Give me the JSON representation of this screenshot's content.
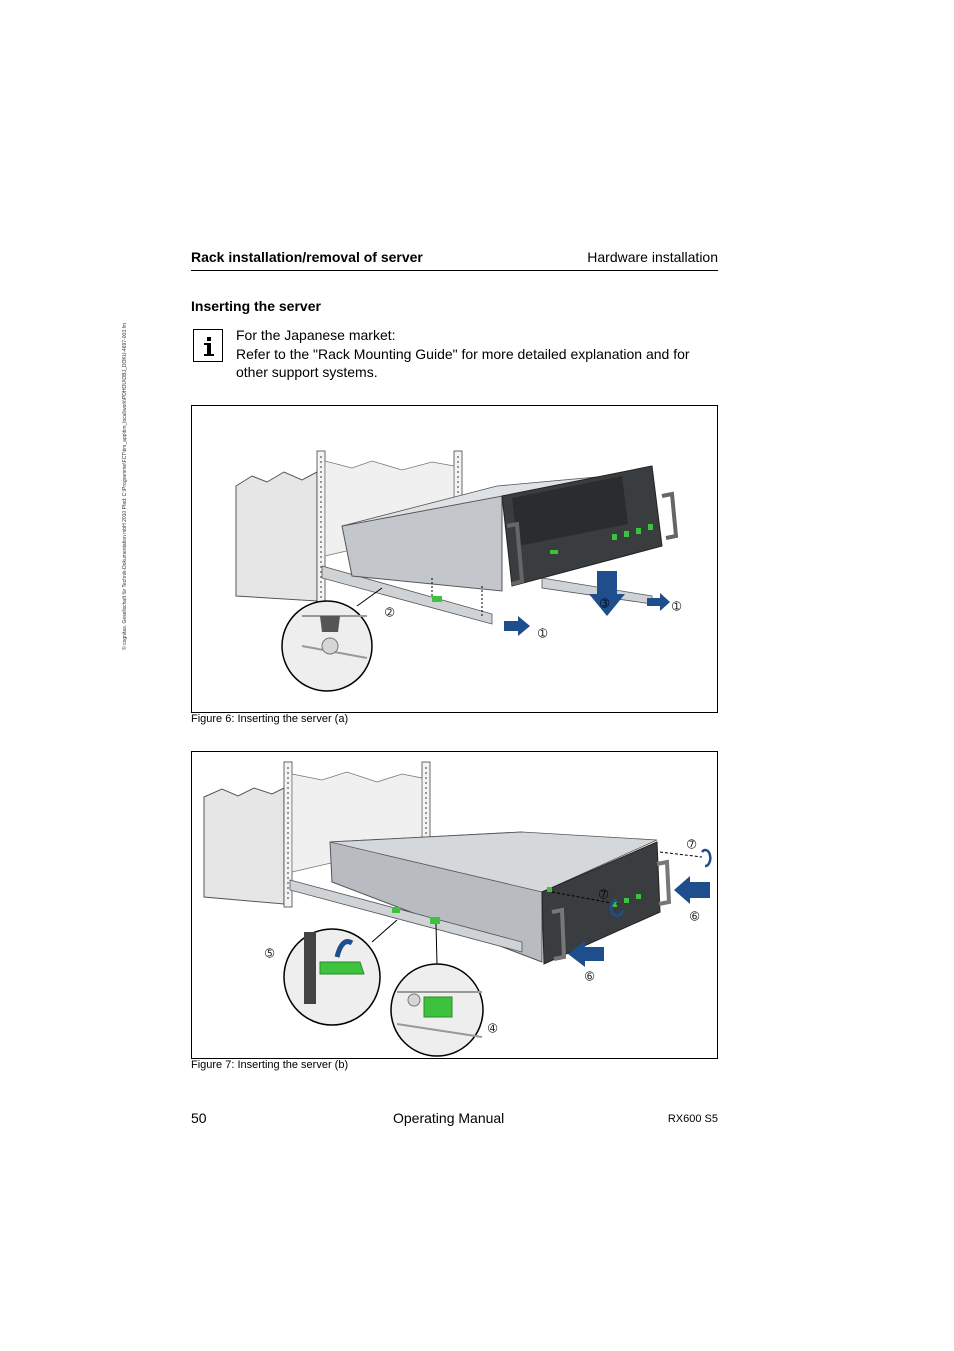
{
  "side_note": "© cognitas. Gesellschaft für Technik-Dokumentation mbH 2010    Pfad: C:\\Programme\\FCT\\tim_app\\tim_local\\work\\PDHOU\\OBJ_DOKU-4697-003.fm",
  "header": {
    "section": "Rack installation/removal of server",
    "chapter": "Hardware installation"
  },
  "section_title": "Inserting the server",
  "info_icon": "info-icon",
  "note": {
    "line1": "For the Japanese market:",
    "line2": "Refer to the \"Rack Mounting Guide\" for more detailed explanation and for other support systems."
  },
  "figures": [
    {
      "caption": "Figure 6: Inserting the server (a)",
      "callouts": {
        "c1a": "➀",
        "c1b": "➀",
        "c2": "➁",
        "c3": "➂"
      }
    },
    {
      "caption": "Figure 7: Inserting the server (b)",
      "callouts": {
        "c4": "➃",
        "c5": "➄",
        "c6a": "➅",
        "c6b": "➅",
        "c7a": "➆",
        "c7b": "➆"
      }
    }
  ],
  "footer": {
    "page": "50",
    "title": "Operating Manual",
    "product": "RX600 S5"
  },
  "colors": {
    "arrow_blue": "#1f4e8c",
    "green_latch": "#3cc23c",
    "server_gray": "#b8bcc0",
    "rack_gray": "#d9d9d9"
  }
}
